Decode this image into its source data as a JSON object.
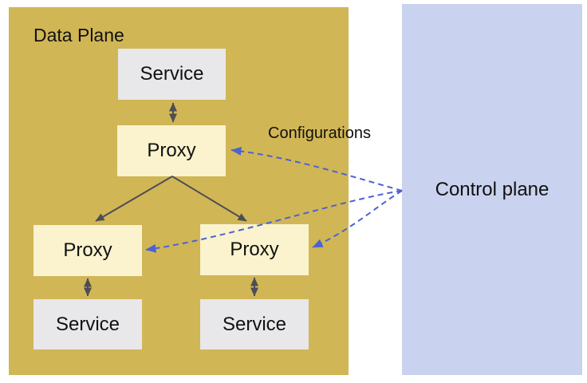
{
  "data_plane": {
    "label": "Data Plane",
    "nodes": {
      "service_top": "Service",
      "proxy_top": "Proxy",
      "proxy_left": "Proxy",
      "proxy_right": "Proxy",
      "service_left": "Service",
      "service_right": "Service"
    }
  },
  "control_plane": {
    "label": "Control plane"
  },
  "annotations": {
    "configurations": "Configurations"
  },
  "colors": {
    "canvas_bg": "#ffffff",
    "data_plane_bg": "#d1b656",
    "control_plane_bg": "#c9d2ee",
    "service_bg": "#e8e7ea",
    "proxy_bg": "#faf3ce",
    "solid_arrow": "#4d4d55",
    "dashed_arrow": "#4b63ce",
    "text": "#111111"
  }
}
